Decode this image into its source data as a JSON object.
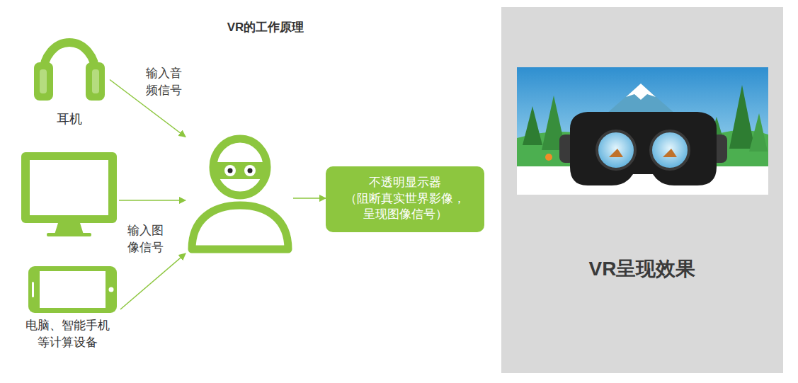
{
  "diagram": {
    "title": "VR的工作原理",
    "nodes": [
      {
        "text": [
          "耳机"
        ]
      },
      {
        "text": []
      },
      {
        "text": [
          "电脑、智能手机 等计算设备"
        ]
      },
      {
        "text": []
      },
      {
        "text": [
          "不透明显示器 （阻断真实世界影像， 呈现图像信号）"
        ]
      },
      {
        "text": [
          "VR呈现效果"
        ]
      }
    ],
    "edges": [
      {
        "from": 0,
        "to": 3,
        "arrow": "to",
        "label": "输入音 频信号"
      },
      {
        "from": 1,
        "to": 3,
        "arrow": "to",
        "label": "输入图 像信号"
      },
      {
        "from": 2,
        "to": 3,
        "arrow": "to"
      },
      {
        "from": 3,
        "to": 4,
        "arrow": "to"
      }
    ]
  }
}
